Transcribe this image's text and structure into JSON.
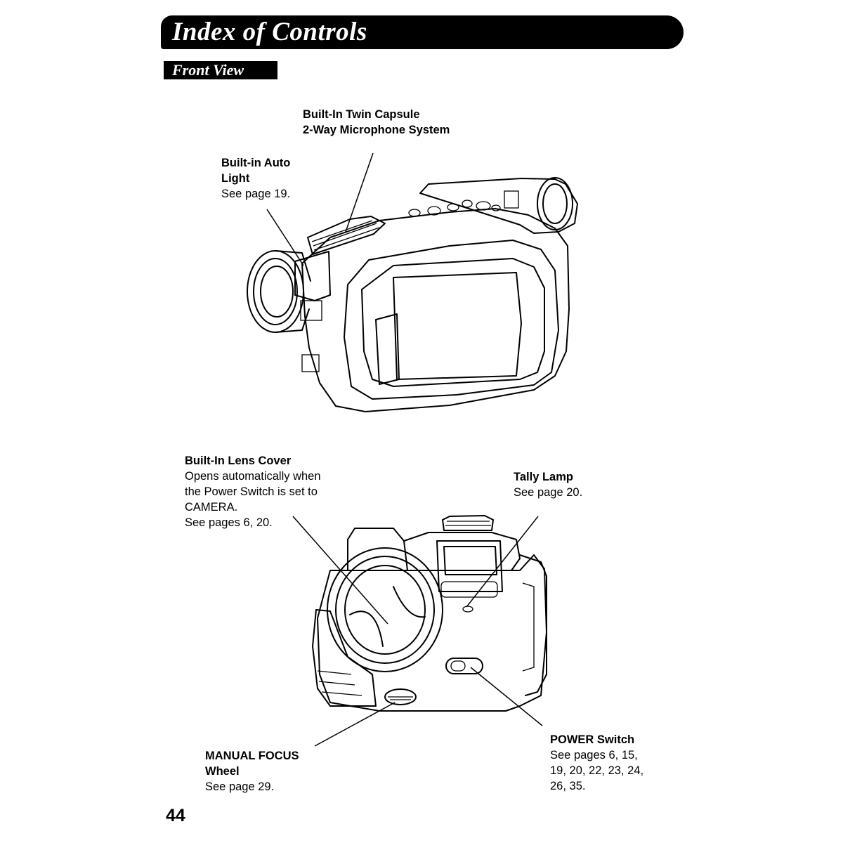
{
  "header": {
    "title": "Index of Controls",
    "subtitle": "Front View"
  },
  "callouts": {
    "mic": {
      "title_line1": "Built-In Twin Capsule",
      "title_line2": "2-Way Microphone System"
    },
    "auto_light": {
      "title_line1": "Built-in Auto",
      "title_line2": "Light",
      "ref": "See page 19."
    },
    "lens_cover": {
      "title": "Built-In Lens Cover",
      "desc_line1": "Opens automatically when",
      "desc_line2": "the Power Switch is set to",
      "desc_line3": "CAMERA.",
      "ref": "See pages 6, 20."
    },
    "tally_lamp": {
      "title": "Tally Lamp",
      "ref": "See page 20."
    },
    "manual_focus": {
      "title_line1": "MANUAL FOCUS",
      "title_line2": "Wheel",
      "ref": "See page 29."
    },
    "power_switch": {
      "title": "POWER Switch",
      "ref_line1": "See pages 6, 15,",
      "ref_line2": "19, 20, 22, 23, 24,",
      "ref_line3": "26, 35."
    }
  },
  "footer": {
    "page_number": "44"
  }
}
